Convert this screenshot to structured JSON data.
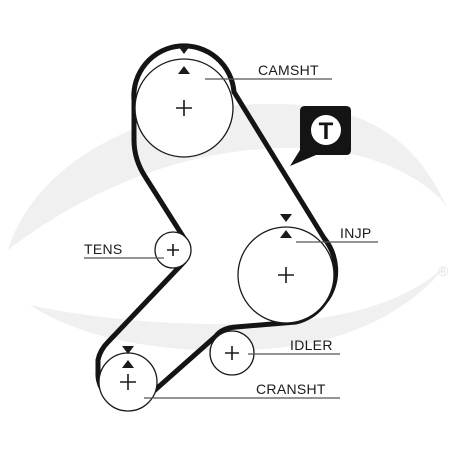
{
  "colors": {
    "belt": "#141414",
    "pulley": "#1a1a1a",
    "label_line": "#555555",
    "watermark": "#f0f0f0",
    "background": "#ffffff"
  },
  "labels": {
    "camshaft": "CAMSHT",
    "injection_pump": "INJP",
    "tensioner": "TENS",
    "idler": "IDLER",
    "crankshaft": "CRANSHT"
  },
  "badge": {
    "letter": "T"
  },
  "watermark": {
    "registered_mark": "®"
  }
}
